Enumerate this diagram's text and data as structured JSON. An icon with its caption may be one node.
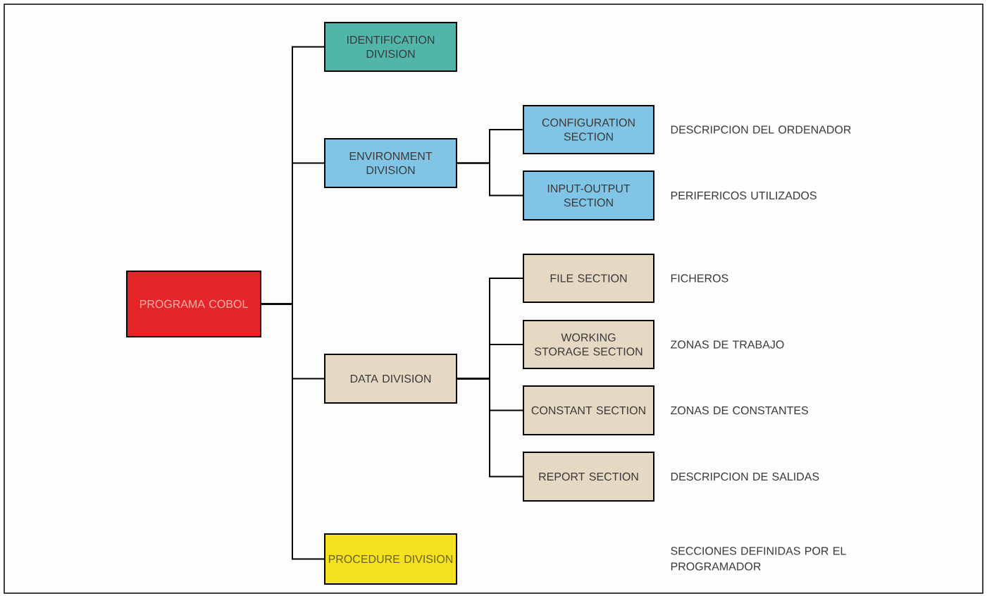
{
  "diagram": {
    "nodes": [
      {
        "text": [
          "PROGRAMA COBOL"
        ]
      },
      {
        "text": [
          "IDENTIFICATION DIVISION"
        ]
      },
      {
        "text": [
          "ENVIRONMENT DIVISION"
        ]
      },
      {
        "text": [
          "CONFIGURATION SECTION"
        ],
        "beside": [
          "DESCRIPCION DEL ORDENADOR"
        ]
      },
      {
        "text": [
          "INPUT-OUTPUT SECTION"
        ],
        "beside": [
          "PERIFERICOS UTILIZADOS"
        ]
      },
      {
        "text": [
          "DATA DIVISION"
        ]
      },
      {
        "text": [
          "FILE SECTION"
        ],
        "beside": [
          "FICHEROS"
        ]
      },
      {
        "text": [
          "WORKING STORAGE SECTION"
        ],
        "beside": [
          "ZONAS DE TRABAJO"
        ]
      },
      {
        "text": [
          "CONSTANT SECTION"
        ],
        "beside": [
          "ZONAS DE CONSTANTES"
        ]
      },
      {
        "text": [
          "REPORT SECTION"
        ],
        "beside": [
          "DESCRIPCION DE SALIDAS"
        ]
      },
      {
        "text": [
          "PROCEDURE DIVISION"
        ]
      }
    ],
    "labels": [
      "SECCIONES DEFINIDAS POR EL PROGRAMADOR"
    ],
    "edges": [
      {
        "from": 0,
        "to": 1,
        "arrow": "none"
      },
      {
        "from": 0,
        "to": 2,
        "arrow": "none"
      },
      {
        "from": 0,
        "to": 5,
        "arrow": "none"
      },
      {
        "from": 0,
        "to": 10,
        "arrow": "none"
      },
      {
        "from": 2,
        "to": 3,
        "arrow": "none"
      },
      {
        "from": 2,
        "to": 4,
        "arrow": "none"
      },
      {
        "from": 5,
        "to": 6,
        "arrow": "none"
      },
      {
        "from": 5,
        "to": 7,
        "arrow": "none"
      },
      {
        "from": 5,
        "to": 8,
        "arrow": "none"
      },
      {
        "from": 5,
        "to": 9,
        "arrow": "none"
      }
    ]
  }
}
